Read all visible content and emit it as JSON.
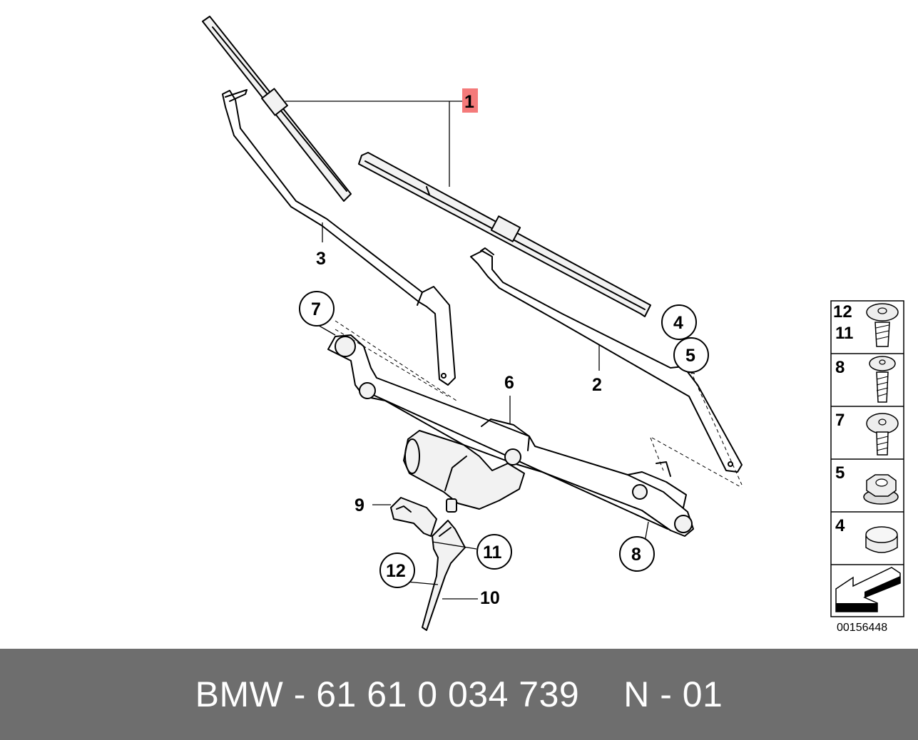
{
  "diagram": {
    "callouts": {
      "c1": "1",
      "c2": "2",
      "c3": "3",
      "c4": "4",
      "c5": "5",
      "c6": "6",
      "c7": "7",
      "c8": "8",
      "c9": "9",
      "c10": "10",
      "c11": "11",
      "c12": "12"
    },
    "legend": [
      {
        "labels": [
          "12",
          "11"
        ],
        "icon": "flange-screw-icon"
      },
      {
        "labels": [
          "8"
        ],
        "icon": "spring-screw-icon"
      },
      {
        "labels": [
          "7"
        ],
        "icon": "collar-screw-icon"
      },
      {
        "labels": [
          "5"
        ],
        "icon": "hex-nut-icon"
      },
      {
        "labels": [
          "4"
        ],
        "icon": "cap-icon"
      }
    ],
    "image_number": "00156448",
    "highlight_color": "#f47a7a"
  },
  "footer": {
    "part_number": "BMW - 61 61 0 034 739",
    "variant": "N - 01"
  }
}
